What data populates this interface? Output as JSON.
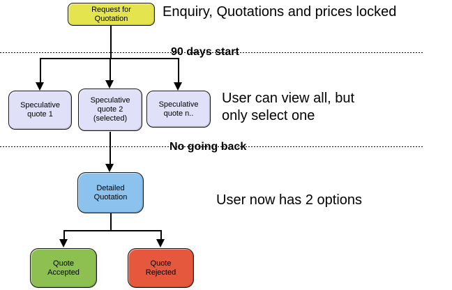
{
  "diagram": {
    "background": "#ffffff",
    "nodes": {
      "request": {
        "lines": [
          "Request for",
          "Quotation"
        ],
        "color": "#e4e44e"
      },
      "spec1": {
        "lines": [
          "Speculative",
          "quote 1"
        ],
        "color": "#e0e0f8"
      },
      "spec2": {
        "lines": [
          "Speculative",
          "quote 2",
          "(selected)"
        ],
        "color": "#e0e0f8"
      },
      "specn": {
        "lines": [
          "Speculative",
          "quote n.."
        ],
        "color": "#e0e0f8"
      },
      "detailed": {
        "lines": [
          "Detailed",
          "Quotation"
        ],
        "color": "#8cc2ee"
      },
      "accepted": {
        "lines": [
          "Quote",
          "Accepted"
        ],
        "color": "#8dc051"
      },
      "rejected": {
        "lines": [
          "Quote",
          "Rejected"
        ],
        "color": "#e5583e"
      }
    },
    "annotations": {
      "locked_note": "Enquiry, Quotations and prices locked",
      "phase1_label": "90 days start",
      "view_note_line1": "User can view all, but",
      "view_note_line2": "only select one",
      "phase2_label": "No going back",
      "options_note": "User now has 2 options"
    }
  }
}
